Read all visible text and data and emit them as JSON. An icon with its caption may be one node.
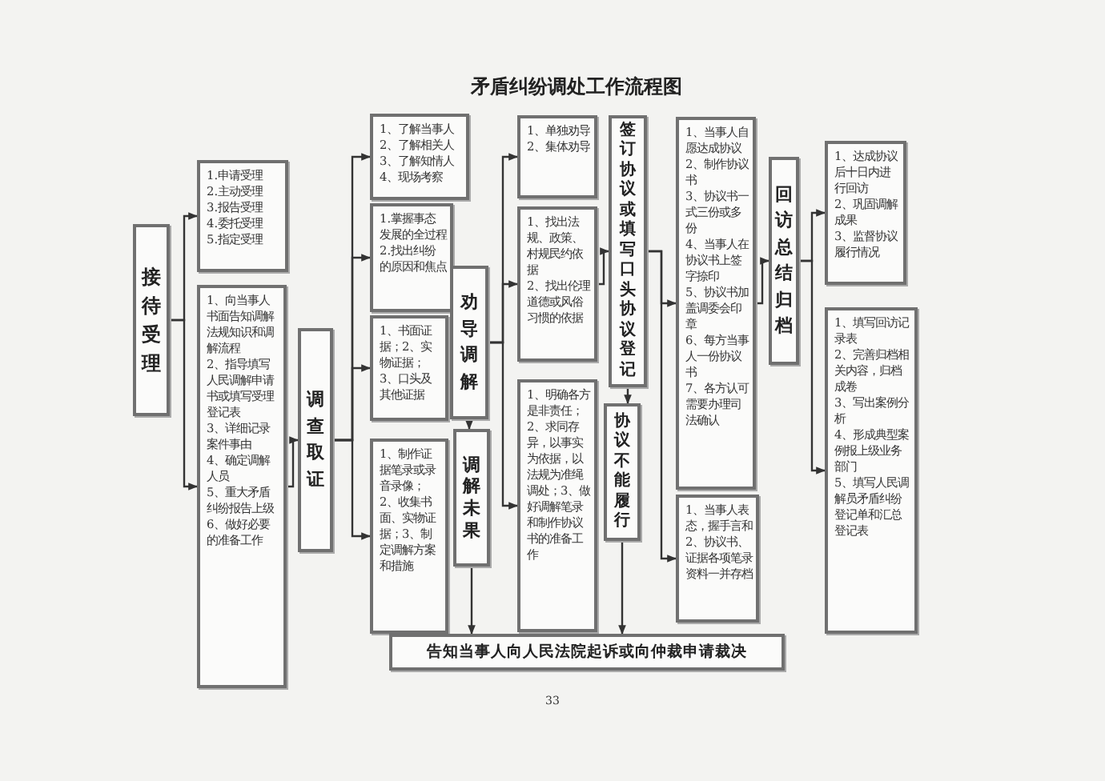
{
  "diagram": {
    "title": "矛盾纠纷调处工作流程图",
    "nodes": [
      {
        "text": [
          "接待受理"
        ]
      },
      {
        "text": [
          "1.申请受理",
          "2.主动受理",
          "3.报告受理",
          "4.委托受理",
          "5.指定受理"
        ]
      },
      {
        "text": [
          "1、向当事人书面告知调解法规知识和调解流程",
          "2、指导填写人民调解申请书或填写受理登记表",
          "3、详细记录案件事由",
          "4、确定调解人员",
          "5、重大矛盾纠纷报告上级",
          "6、做好必要的准备工作"
        ]
      },
      {
        "text": [
          "调查取证"
        ]
      },
      {
        "text": [
          "1、了解当事人",
          "2、了解相关人",
          "3、了解知情人",
          "4、现场考察"
        ]
      },
      {
        "text": [
          "1.掌握事态发展的全过程",
          "2.找出纠纷的原因和焦点"
        ]
      },
      {
        "text": [
          "1、书面证据；2、实物证据；3、口头及其他证据"
        ]
      },
      {
        "text": [
          "1、制作证据笔录或录音录像；2、收集书面、实物证据；3、制定调解方案和措施"
        ]
      },
      {
        "text": [
          "劝导调解"
        ]
      },
      {
        "text": [
          "调解未果"
        ]
      },
      {
        "text": [
          "1、单独劝导",
          "2、集体劝导"
        ]
      },
      {
        "text": [
          "1、找出法规、政策、村规民约依据",
          "2、找出伦理道德或风俗习惯的依据"
        ]
      },
      {
        "text": [
          "1、明确各方是非责任；2、求同存异，以事实为依据，以法规为准绳调处；3、做好调解笔录和制作协议书的准备工作"
        ]
      },
      {
        "text": [
          "签订协议或填写口头协议登记"
        ]
      },
      {
        "text": [
          "协议不能履行"
        ]
      },
      {
        "text": [
          "1、当事人自愿达成协议",
          "2、制作协议书",
          "3、协议书一式三份或多份",
          "4、当事人在协议书上签字捺印",
          "5、协议书加盖调委会印章",
          "6、每方当事人一份协议书",
          "7、各方认可需要办理司法确认"
        ]
      },
      {
        "text": [
          "1、当事人表态，握手言和",
          "2、协议书、证据各项笔录资料一并存档"
        ]
      },
      {
        "text": [
          "回访总结归档"
        ]
      },
      {
        "text": [
          "1、达成协议后十日内进行回访",
          "2、巩固调解成果",
          "3、监督协议履行情况"
        ]
      },
      {
        "text": [
          "1、填写回访记录表",
          "2、完善归档相关内容，归档成卷",
          "3、写出案例分析",
          "4、形成典型案例报上级业务部门",
          "5、填写人民调解员矛盾纠纷登记单和汇总登记表"
        ]
      },
      {
        "text": [
          "告知当事人向人民法院起诉或向仲裁申请裁决"
        ]
      }
    ],
    "edges": [
      {
        "from": 0,
        "to": 1,
        "arrow": "to"
      },
      {
        "from": 0,
        "to": 2,
        "arrow": "to"
      },
      {
        "from": 2,
        "to": 3,
        "arrow": "to"
      },
      {
        "from": 3,
        "to": 4,
        "arrow": "to"
      },
      {
        "from": 3,
        "to": 5,
        "arrow": "to"
      },
      {
        "from": 3,
        "to": 6,
        "arrow": "to"
      },
      {
        "from": 3,
        "to": 7,
        "arrow": "to"
      },
      {
        "from": 8,
        "to": 10,
        "arrow": "to"
      },
      {
        "from": 8,
        "to": 11,
        "arrow": "to"
      },
      {
        "from": 8,
        "to": 12,
        "arrow": "to"
      },
      {
        "from": 8,
        "to": 9,
        "arrow": "to"
      },
      {
        "from": 9,
        "to": 20,
        "arrow": "to"
      },
      {
        "from": 11,
        "to": 13,
        "arrow": "to"
      },
      {
        "from": 13,
        "to": 15,
        "arrow": "to"
      },
      {
        "from": 13,
        "to": 16,
        "arrow": "to"
      },
      {
        "from": 13,
        "to": 14,
        "arrow": "to"
      },
      {
        "from": 14,
        "to": 20,
        "arrow": "to"
      },
      {
        "from": 15,
        "to": 17,
        "arrow": "to"
      },
      {
        "from": 17,
        "to": 18,
        "arrow": "to"
      },
      {
        "from": 17,
        "to": 19,
        "arrow": "to"
      }
    ],
    "labels": [
      "33"
    ]
  }
}
